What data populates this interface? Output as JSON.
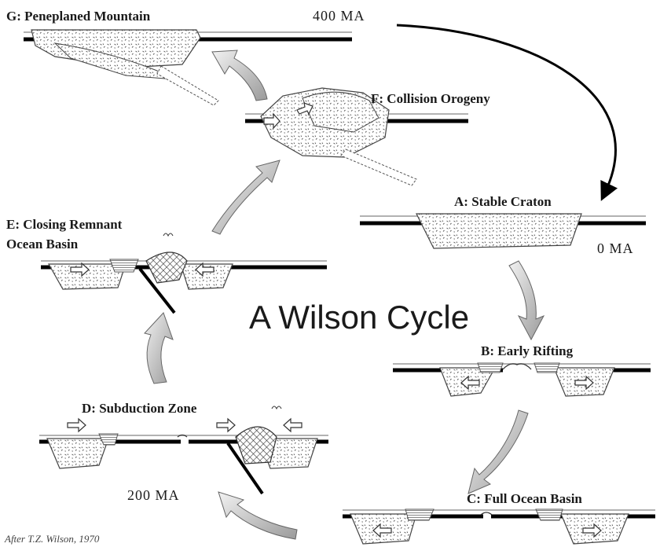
{
  "diagram": {
    "title": "A Wilson Cycle",
    "credit": "After T.Z. Wilson, 1970",
    "stages": {
      "a": "A: Stable Craton",
      "b": "B: Early Rifting",
      "c": "C: Full Ocean Basin",
      "d": "D: Subduction Zone",
      "e1": "E: Closing Remnant",
      "e2": "Ocean Basin",
      "f": "F: Collision Orogeny",
      "g": "G: Peneplaned Mountain"
    },
    "ages": {
      "start": "0 MA",
      "mid": "200 MA",
      "late": "400 MA"
    }
  }
}
